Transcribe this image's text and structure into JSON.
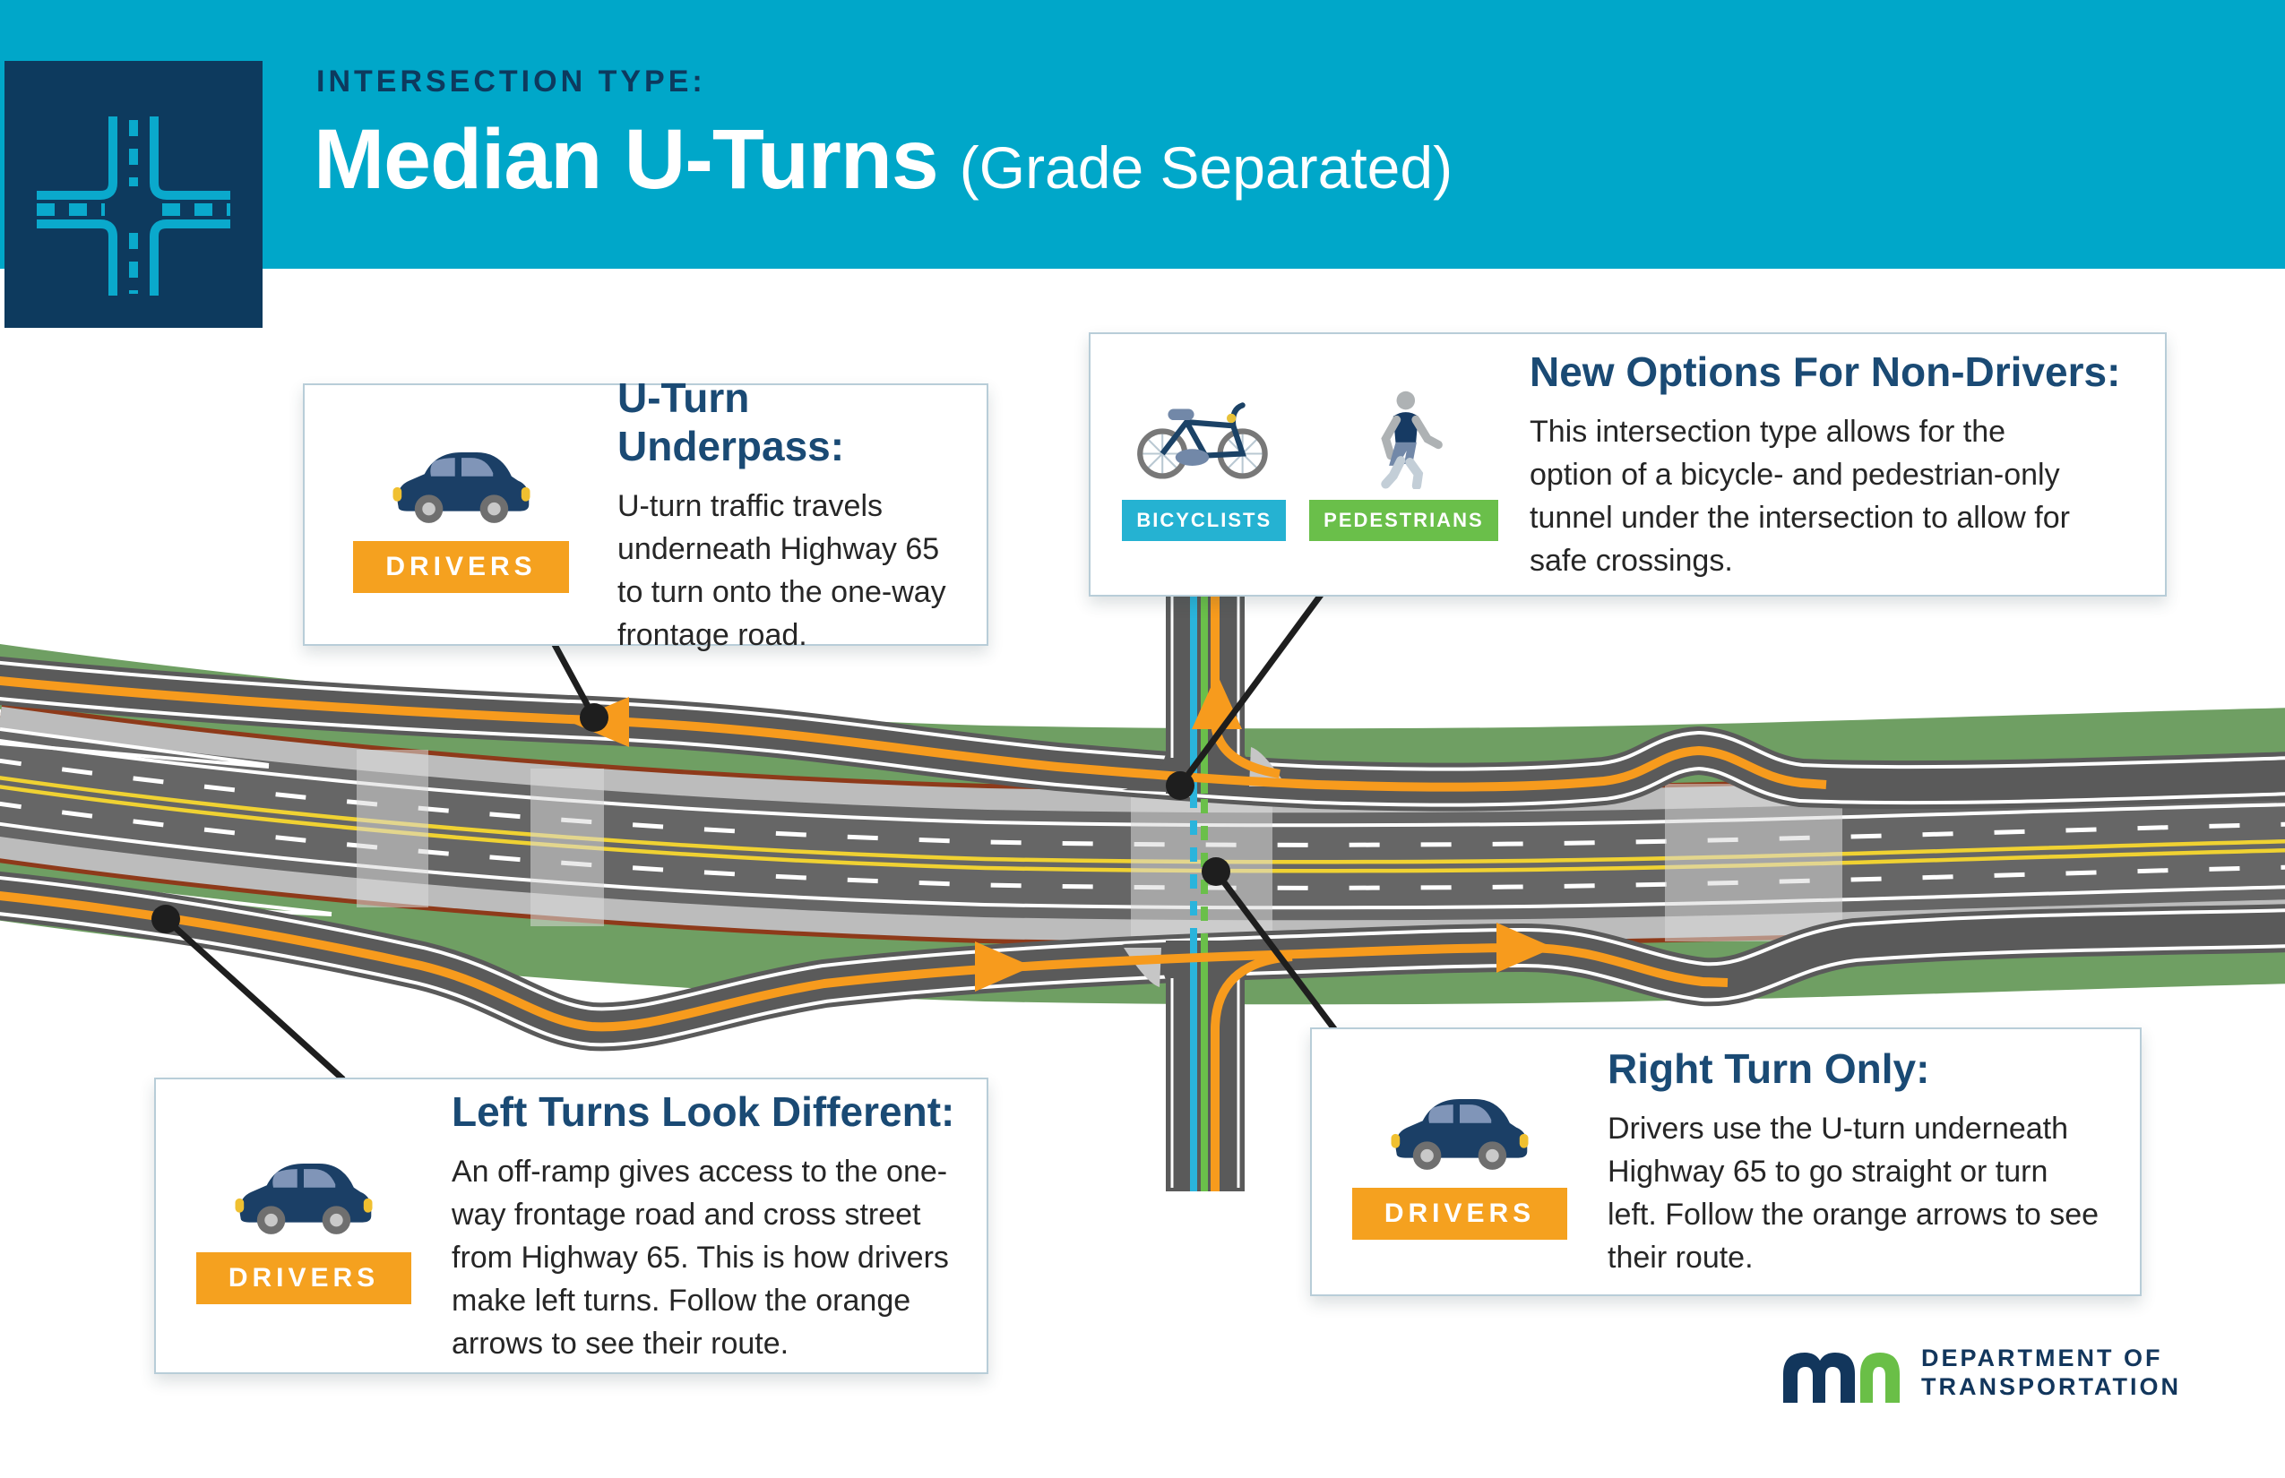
{
  "header": {
    "eyebrow": "INTERSECTION TYPE:",
    "title": "Median U-Turns",
    "subtitle": "(Grade Separated)",
    "icon": "crossroads-icon"
  },
  "callouts": {
    "underpass": {
      "heading": "U-Turn Underpass:",
      "body": "U-turn traffic travels\nunderneath Highway 65\nto turn onto the one-way\nfrontage road.",
      "badge": "DRIVERS",
      "icon": "car-icon"
    },
    "nondrivers": {
      "heading": "New Options For Non-Drivers:",
      "body": "This intersection type allows for the\noption of a bicycle- and pedestrian-only\ntunnel under the intersection to allow for\nsafe crossings.",
      "badge_bicyclists": "BICYCLISTS",
      "badge_pedestrians": "PEDESTRIANS",
      "icons": [
        "bicycle-icon",
        "pedestrian-icon"
      ]
    },
    "leftturns": {
      "heading": "Left Turns Look Different:",
      "body": "An off-ramp gives access to the one-\nway frontage road and cross street\nfrom Highway 65. This is how drivers\nmake left turns. Follow the orange\narrows to see their route.",
      "badge": "DRIVERS",
      "icon": "car-icon"
    },
    "rightturn": {
      "heading": "Right Turn Only:",
      "body": "Drivers use the U-turn underneath\nHighway 65 to go straight or turn\nleft. Follow the orange arrows to see\ntheir route.",
      "badge": "DRIVERS",
      "icon": "car-icon"
    }
  },
  "logo": {
    "mark": "mn",
    "line1": "DEPARTMENT OF",
    "line2": "TRANSPORTATION"
  },
  "diagram": {
    "highway_name": "Highway 65",
    "drivers_route_color": "#f79b1d",
    "bicyclists_route_color": "#2ab4dc",
    "pedestrians_route_color": "#6abf4a",
    "median_green": "#6f9f63",
    "asphalt_gray": "#666666",
    "shoulder_gray": "#bcbcbc",
    "curb_brown": "#8e3a1a",
    "centerline_yellow": "#f0d232"
  },
  "colors": {
    "header_cyan": "#00a7c9",
    "navy": "#0d3a5e",
    "heading_navy": "#1a4a74",
    "badge_orange": "#f5a11f",
    "badge_cyan": "#25b2d2",
    "badge_green": "#6abf4a",
    "logo_green": "#6abf47",
    "box_border": "#b8cdd8"
  }
}
